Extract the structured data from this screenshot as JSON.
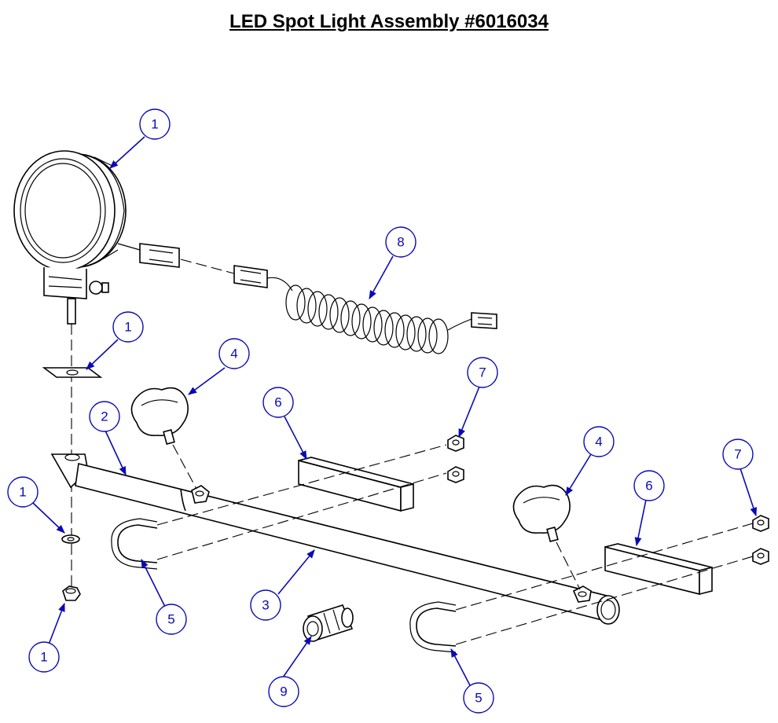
{
  "title": "LED Spot Light Assembly #6016034",
  "callouts": [
    {
      "id": "b1a",
      "label": "1"
    },
    {
      "id": "b1b",
      "label": "1"
    },
    {
      "id": "b1c",
      "label": "1"
    },
    {
      "id": "b1d",
      "label": "1"
    },
    {
      "id": "b2",
      "label": "2"
    },
    {
      "id": "b3",
      "label": "3"
    },
    {
      "id": "b4a",
      "label": "4"
    },
    {
      "id": "b4b",
      "label": "4"
    },
    {
      "id": "b5a",
      "label": "5"
    },
    {
      "id": "b5b",
      "label": "5"
    },
    {
      "id": "b6a",
      "label": "6"
    },
    {
      "id": "b6b",
      "label": "6"
    },
    {
      "id": "b7a",
      "label": "7"
    },
    {
      "id": "b7b",
      "label": "7"
    },
    {
      "id": "b8",
      "label": "8"
    },
    {
      "id": "b9",
      "label": "9"
    }
  ],
  "colors": {
    "callout": "#0a0ab4",
    "line": "#000000"
  }
}
